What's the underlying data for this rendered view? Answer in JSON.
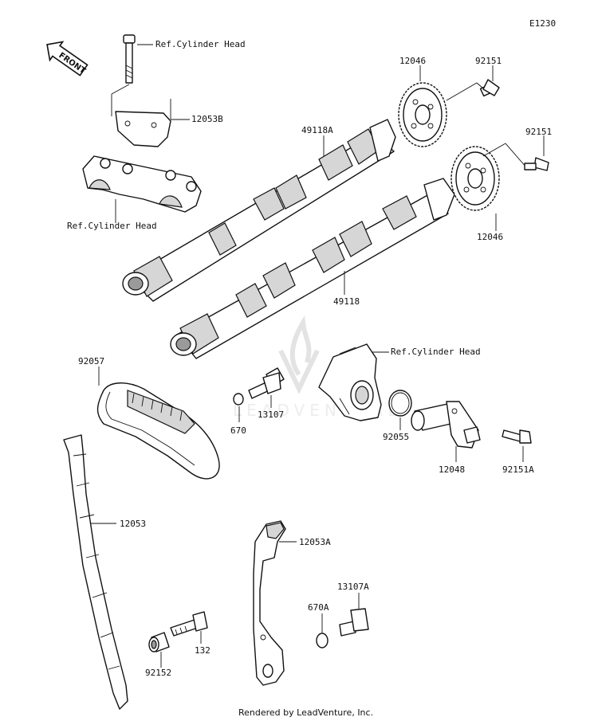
{
  "diagram_code": "E1230",
  "front_label": "FRONT",
  "footer": "Rendered by LeadVenture, Inc.",
  "watermark": "LEADVENTURE",
  "labels": {
    "ref_head_top": "Ref.Cylinder Head",
    "ref_head_left": "Ref.Cylinder Head",
    "ref_head_right": "Ref.Cylinder Head",
    "p12053B": "12053B",
    "p12046_top": "12046",
    "p92151_top": "92151",
    "p49118A": "49118A",
    "p92151_mid": "92151",
    "p12046_mid": "12046",
    "p49118": "49118",
    "p92057": "92057",
    "p13107": "13107",
    "p670": "670",
    "p92055": "92055",
    "p12048": "12048",
    "p92151A": "92151A",
    "p12053": "12053",
    "p12053A": "12053A",
    "p13107A": "13107A",
    "p670A": "670A",
    "p132": "132",
    "p92152": "92152"
  }
}
